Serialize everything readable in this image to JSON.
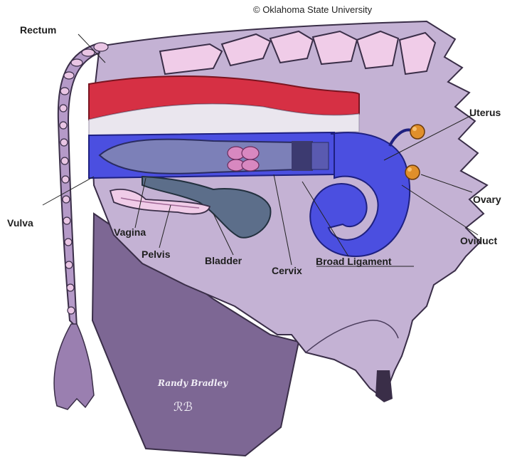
{
  "copyright": "© Oklahoma State University",
  "labels": {
    "rectum": "Rectum",
    "uterus": "Uterus",
    "ovary": "Ovary",
    "oviduct": "Oviduct",
    "vulva": "Vulva",
    "vagina": "Vagina",
    "pelvis": "Pelvis",
    "bladder": "Bladder",
    "cervix": "Cervix",
    "broad_ligament": "Broad Ligament"
  },
  "signature": {
    "name": "Randy Bradley",
    "monogram": "ℛℬ"
  },
  "colors": {
    "body": "#c4b2d4",
    "hindquarter": "#7d6794",
    "rectum": "#d63044",
    "uterus": "#4a4fe0",
    "vagina": "#7c80b8",
    "bladder": "#5c6e8a",
    "ovary": "#e08f2a",
    "bone": "#f0cce8",
    "cervix": "#d888c0"
  }
}
